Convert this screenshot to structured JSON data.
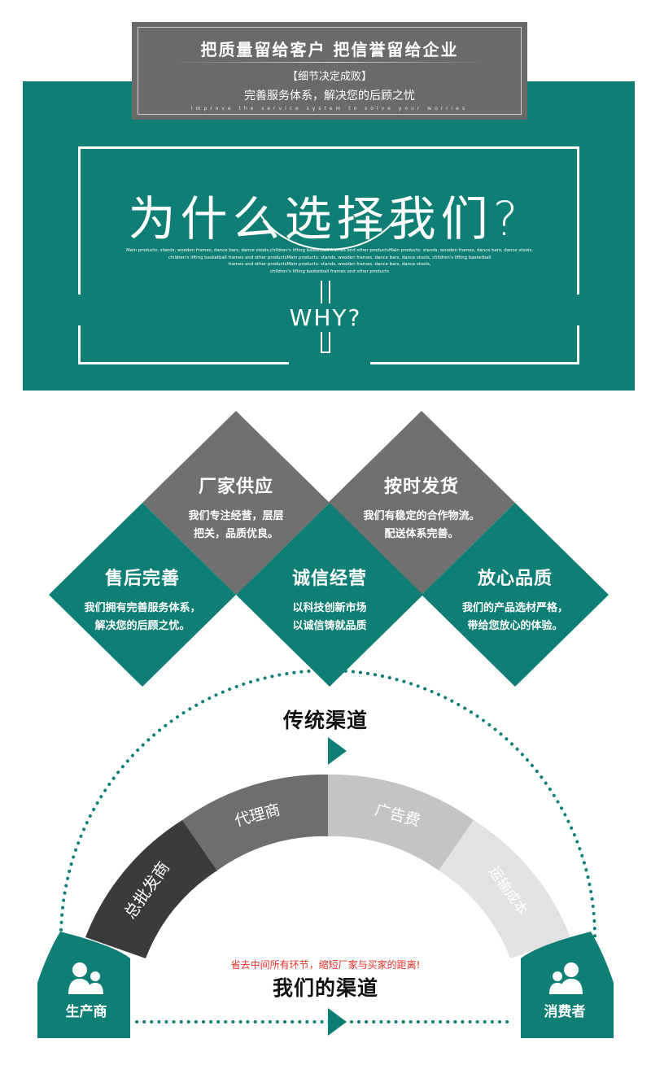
{
  "header": {
    "slogan_main": "把质量留给客户 把信誉留给企业",
    "slogan_tag": "【细节决定成败】",
    "slogan_sub": "完善服务体系，解决您的后顾之忧",
    "slogan_en": "Improve the service system to solve your worries"
  },
  "why": {
    "title": "为什么选择我们?",
    "small_text": [
      "Main products: stands, wooden frames, dance bars, dance stools,children's lifting basketball frames and other productsMain products: stands, wooden frames, dance bars, dance stools,",
      "children's lifting basketball frames and other productsMain products: stands, wooden frames, dance bars, dance stools, children's lifting basketball",
      "frames and other productsMain products: stands, wooden frames, dance bars, dance stools,",
      "children's lifting basketball frames and other products"
    ],
    "word": "WHY?"
  },
  "features": [
    {
      "title": "厂家供应",
      "desc1": "我们专注经营，层层",
      "desc2": "把关，品质优良。"
    },
    {
      "title": "按时发货",
      "desc1": "我们有稳定的合作物流。",
      "desc2": "配送体系完善。"
    },
    {
      "title": "售后完善",
      "desc1": "我们拥有完善服务体系，",
      "desc2": "解决您的后顾之忧。"
    },
    {
      "title": "诚信经营",
      "desc1": "以科技创新市场",
      "desc2": "以诚信铸就品质"
    },
    {
      "title": "放心品质",
      "desc1": "我们的产品选材严格，",
      "desc2": "带给您放心的体验。"
    }
  ],
  "channels": {
    "traditional_title": "传统渠道",
    "our_title": "我们的渠道",
    "note": "省去中间所有环节，缩短厂家与买家的距离!",
    "producer": "生产商",
    "consumer": "消费者",
    "segments": [
      "总批发商",
      "代理商",
      "广告费",
      "运输成本"
    ]
  },
  "colors": {
    "teal": "#0f7f75",
    "gray_dark": "#6a6a6a",
    "diamond_gray": "#707070",
    "note_red": "#e8312b"
  }
}
